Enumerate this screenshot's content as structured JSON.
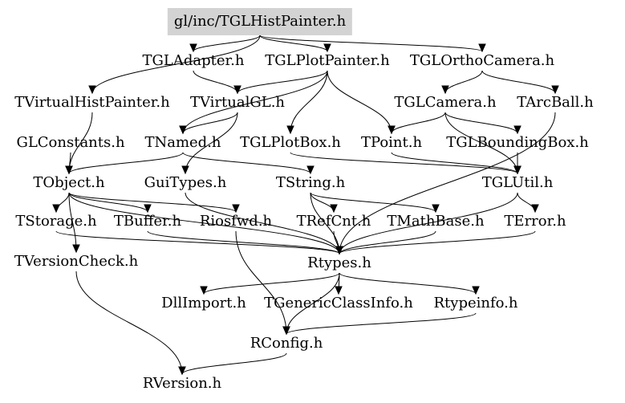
{
  "nodes": [
    {
      "id": "root",
      "label": "gl/inc/TGLHistPainter.h",
      "root": true
    },
    {
      "id": "tgladapter",
      "label": "TGLAdapter.h"
    },
    {
      "id": "tglplotpainter",
      "label": "TGLPlotPainter.h"
    },
    {
      "id": "tglorthocamera",
      "label": "TGLOrthoCamera.h"
    },
    {
      "id": "tvirtualhistpainter",
      "label": "TVirtualHistPainter.h"
    },
    {
      "id": "tvirtualgl",
      "label": "TVirtualGL.h"
    },
    {
      "id": "tglcamera",
      "label": "TGLCamera.h"
    },
    {
      "id": "tarcball",
      "label": "TArcBall.h"
    },
    {
      "id": "glconstants",
      "label": "GLConstants.h"
    },
    {
      "id": "tnamed",
      "label": "TNamed.h"
    },
    {
      "id": "tglplotbox",
      "label": "TGLPlotBox.h"
    },
    {
      "id": "tpoint",
      "label": "TPoint.h"
    },
    {
      "id": "tglboundingbox",
      "label": "TGLBoundingBox.h"
    },
    {
      "id": "tobject",
      "label": "TObject.h"
    },
    {
      "id": "guitypes",
      "label": "GuiTypes.h"
    },
    {
      "id": "tstring",
      "label": "TString.h"
    },
    {
      "id": "tglutil",
      "label": "TGLUtil.h"
    },
    {
      "id": "tstorage",
      "label": "TStorage.h"
    },
    {
      "id": "tbuffer",
      "label": "TBuffer.h"
    },
    {
      "id": "riosfwd",
      "label": "Riosfwd.h"
    },
    {
      "id": "trefcnt",
      "label": "TRefCnt.h"
    },
    {
      "id": "tmathbase",
      "label": "TMathBase.h"
    },
    {
      "id": "terror",
      "label": "TError.h"
    },
    {
      "id": "tversioncheck",
      "label": "TVersionCheck.h"
    },
    {
      "id": "rtypes",
      "label": "Rtypes.h"
    },
    {
      "id": "dllimport",
      "label": "DllImport.h"
    },
    {
      "id": "tgenericclassinfo",
      "label": "TGenericClassInfo.h"
    },
    {
      "id": "rtypeinfo",
      "label": "Rtypeinfo.h"
    },
    {
      "id": "rconfig",
      "label": "RConfig.h"
    },
    {
      "id": "rversion",
      "label": "RVersion.h"
    }
  ],
  "edges": [
    [
      "root",
      "tvirtualhistpainter"
    ],
    [
      "root",
      "tgladapter"
    ],
    [
      "root",
      "tglplotpainter"
    ],
    [
      "root",
      "tglorthocamera"
    ],
    [
      "tgladapter",
      "tvirtualgl"
    ],
    [
      "tglplotpainter",
      "tvirtualgl"
    ],
    [
      "tglplotpainter",
      "tnamed"
    ],
    [
      "tglplotpainter",
      "tglplotbox"
    ],
    [
      "tglplotpainter",
      "tpoint"
    ],
    [
      "tglorthocamera",
      "tglcamera"
    ],
    [
      "tglorthocamera",
      "tarcball"
    ],
    [
      "tvirtualhistpainter",
      "tobject"
    ],
    [
      "tvirtualgl",
      "tnamed"
    ],
    [
      "tvirtualgl",
      "guitypes"
    ],
    [
      "tglcamera",
      "tpoint"
    ],
    [
      "tglcamera",
      "tglboundingbox"
    ],
    [
      "tglcamera",
      "tglutil"
    ],
    [
      "tarcball",
      "rtypes"
    ],
    [
      "glconstants",
      "tobject"
    ],
    [
      "tnamed",
      "tobject"
    ],
    [
      "tnamed",
      "tstring"
    ],
    [
      "tglplotbox",
      "tglutil"
    ],
    [
      "tpoint",
      "tglutil"
    ],
    [
      "tglboundingbox",
      "tglutil"
    ],
    [
      "tobject",
      "tstorage"
    ],
    [
      "tobject",
      "tbuffer"
    ],
    [
      "tobject",
      "riosfwd"
    ],
    [
      "tobject",
      "tversioncheck"
    ],
    [
      "tobject",
      "rtypes"
    ],
    [
      "guitypes",
      "rtypes"
    ],
    [
      "tstring",
      "trefcnt"
    ],
    [
      "tstring",
      "tmathbase"
    ],
    [
      "tstring",
      "rtypes"
    ],
    [
      "tglutil",
      "terror"
    ],
    [
      "tglutil",
      "rtypes"
    ],
    [
      "tstorage",
      "rtypes"
    ],
    [
      "tbuffer",
      "rtypes"
    ],
    [
      "riosfwd",
      "rconfig"
    ],
    [
      "trefcnt",
      "rtypes"
    ],
    [
      "tmathbase",
      "rtypes"
    ],
    [
      "terror",
      "rtypes"
    ],
    [
      "tversioncheck",
      "rversion"
    ],
    [
      "rtypes",
      "dllimport"
    ],
    [
      "rtypes",
      "tgenericclassinfo"
    ],
    [
      "rtypes",
      "rtypeinfo"
    ],
    [
      "rtypes",
      "rconfig"
    ],
    [
      "rtypeinfo",
      "rconfig"
    ],
    [
      "rconfig",
      "rversion"
    ]
  ]
}
